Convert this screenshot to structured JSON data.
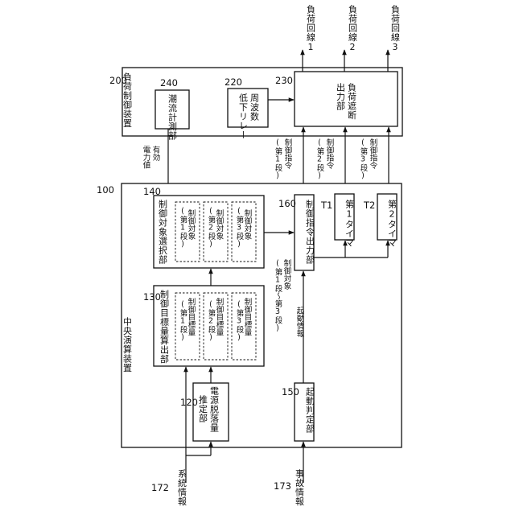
{
  "labels": {
    "n200": "200",
    "n240": "240",
    "n220": "220",
    "n230": "230",
    "n100": "100",
    "n140": "140",
    "n130": "130",
    "n120": "120",
    "n150": "150",
    "n160": "160",
    "nT1": "T1",
    "nT2": "T2",
    "n172": "172",
    "n173": "173"
  },
  "text": {
    "load_ctrl_device": "負荷制御装置",
    "current_measure": "潮流計測部",
    "freq_relay_1": "周波数",
    "freq_relay_2": "低下リレー",
    "load_cut_1": "負荷遮断",
    "load_cut_2": "出力部",
    "load_line_1": "負荷回線1",
    "load_line_2": "負荷回線2",
    "load_line_3": "負荷回線3",
    "active_power_1": "有効",
    "active_power_2": "電力値",
    "cmd1_1": "制御指令",
    "cmd1_2": "(第1段)",
    "cmd2_1": "制御指令",
    "cmd2_2": "(第2段)",
    "cmd3_1": "制御指令",
    "cmd3_2": "(第3段)",
    "central_unit": "中央演算装置",
    "target_select": "制御対象選択部",
    "tgt1_1": "制御対象",
    "tgt1_2": "(第1段)",
    "tgt2_1": "制御対象",
    "tgt2_2": "(第2段)",
    "tgt3_1": "制御対象",
    "tgt3_2": "(第3段)",
    "cmd_output": "制御指令出力部",
    "timer1": "第1タイマ",
    "timer2": "第2タイマ",
    "tgt_range_1": "制御対象",
    "tgt_range_2": "(第1段〜第3段)",
    "target_calc": "制御目標量算出部",
    "amt1_1": "制御目標量",
    "amt1_2": "(第1段)",
    "amt2_1": "制御目標量",
    "amt2_2": "(第2段)",
    "amt3_1": "制御目標量",
    "amt3_2": "(第3段)",
    "loss_est_1": "電源脱落量",
    "loss_est_2": "推定部",
    "start_judge": "起動判定部",
    "start_info": "起動情報",
    "system_info": "系統情報",
    "fault_info": "事故情報"
  }
}
